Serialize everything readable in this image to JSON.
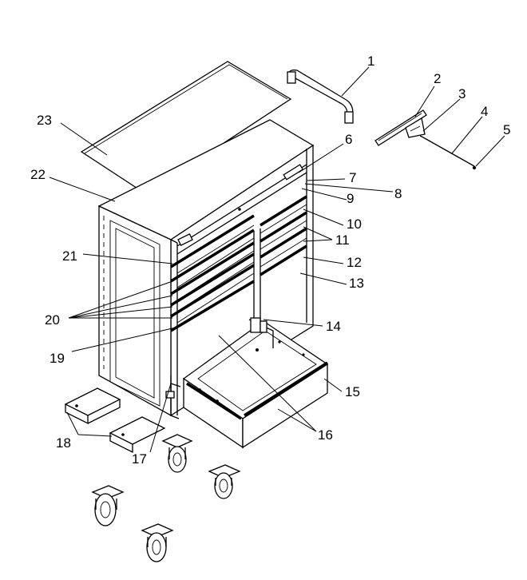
{
  "callouts": [
    {
      "id": "c1",
      "text": "1"
    },
    {
      "id": "c2",
      "text": "2"
    },
    {
      "id": "c3",
      "text": "3"
    },
    {
      "id": "c4",
      "text": "4"
    },
    {
      "id": "c5",
      "text": "5"
    },
    {
      "id": "c6",
      "text": "6"
    },
    {
      "id": "c7",
      "text": "7"
    },
    {
      "id": "c8",
      "text": "8"
    },
    {
      "id": "c9",
      "text": "9"
    },
    {
      "id": "c10",
      "text": "10"
    },
    {
      "id": "c11",
      "text": "11"
    },
    {
      "id": "c12",
      "text": "12"
    },
    {
      "id": "c13",
      "text": "13"
    },
    {
      "id": "c14",
      "text": "14"
    },
    {
      "id": "c15",
      "text": "15"
    },
    {
      "id": "c16",
      "text": "16"
    },
    {
      "id": "c17",
      "text": "17"
    },
    {
      "id": "c18",
      "text": "18"
    },
    {
      "id": "c19",
      "text": "19"
    },
    {
      "id": "c20",
      "text": "20"
    },
    {
      "id": "c21",
      "text": "21"
    },
    {
      "id": "c22",
      "text": "22"
    },
    {
      "id": "c23",
      "text": "23"
    }
  ],
  "colors": {
    "line": "#000000",
    "background": "#ffffff"
  }
}
